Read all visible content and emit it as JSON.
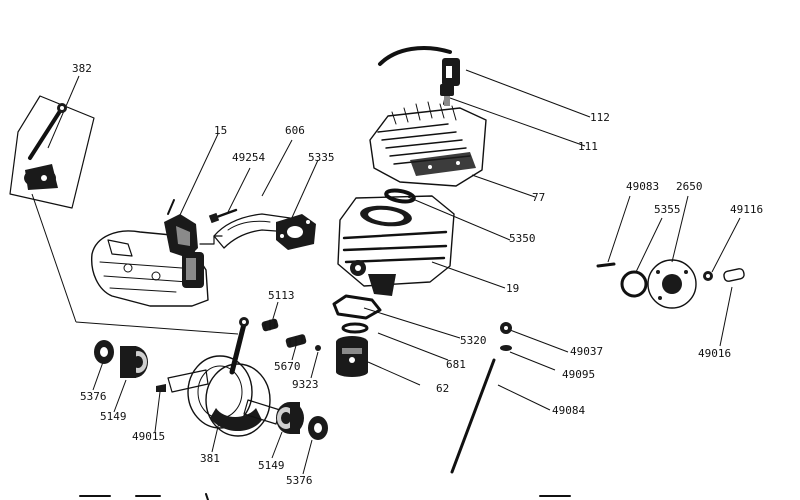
{
  "part_labels": {
    "p382": "382",
    "p15": "15",
    "p606": "606",
    "p49254": "49254",
    "p5335": "5335",
    "p112": "112",
    "p111": "111",
    "p77": "77",
    "p5350": "5350",
    "p19": "19",
    "p49083": "49083",
    "p5355": "5355",
    "p2650": "2650",
    "p49116": "49116",
    "p49016": "49016",
    "p5113": "5113",
    "p5670": "5670",
    "p9323": "9323",
    "p5320": "5320",
    "p681": "681",
    "p62": "62",
    "p49037": "49037",
    "p49095": "49095",
    "p49084": "49084",
    "p5376_left": "5376",
    "p5149_left": "5149",
    "p49015": "49015",
    "p381": "381",
    "p5149_right": "5149",
    "p5376_right": "5376"
  }
}
